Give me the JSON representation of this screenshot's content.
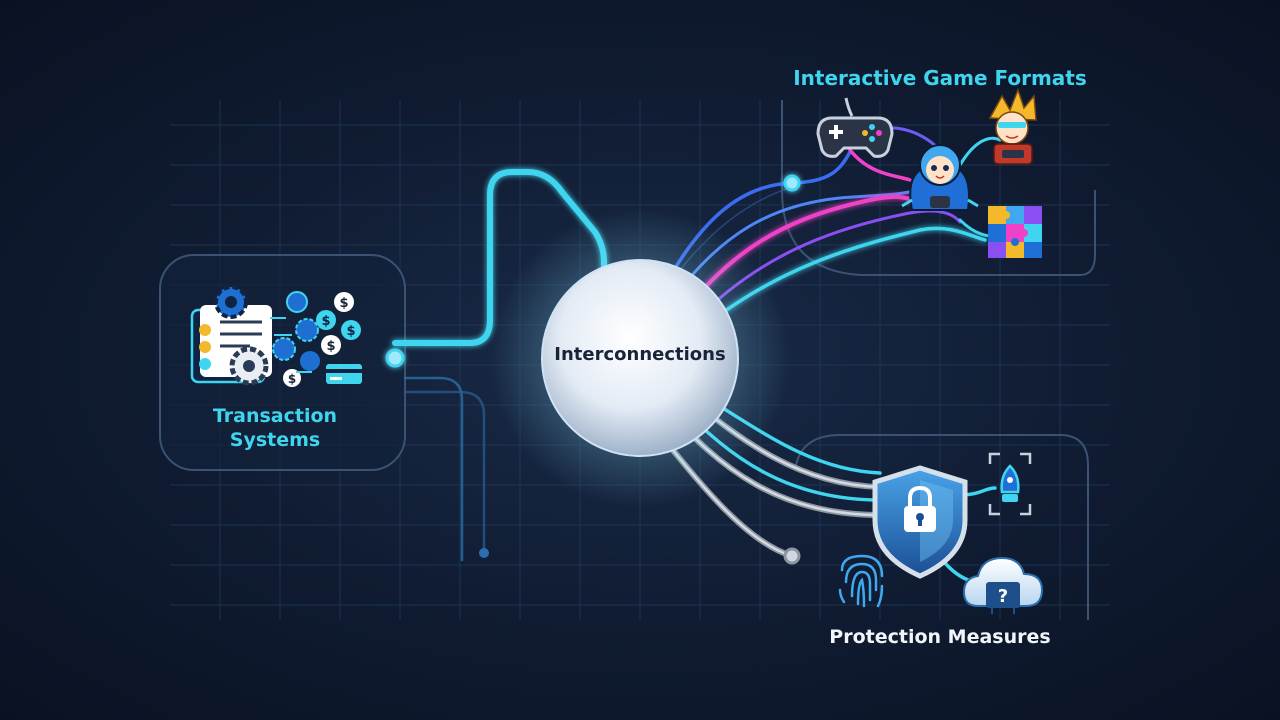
{
  "hub": {
    "label": "Interconnections"
  },
  "nodes": {
    "games": {
      "label": "Interactive Game Formats"
    },
    "transactions": {
      "label": "Transaction Systems"
    },
    "protection": {
      "label": "Protection Measures"
    }
  },
  "icons": {
    "games": [
      "gamepad-icon",
      "anime-character-icon",
      "knight-character-icon",
      "puzzle-icon"
    ],
    "transactions": [
      "document-gear-icon",
      "dollar-coin-icon",
      "credit-card-icon"
    ],
    "protection": [
      "shield-lock-icon",
      "fingerprint-icon",
      "rocket-frame-icon",
      "cloud-question-icon"
    ]
  },
  "colors": {
    "background": "#0f1b31",
    "grid": "#1f3a5a",
    "accent_cyan": "#3fd5ef",
    "line_blue": "#3b6cf0",
    "line_magenta": "#f042c8",
    "line_purple": "#8a4ff0",
    "line_gray": "#b9c2cc",
    "hub_fill": "#e8eef6",
    "coin_gold": "#f4b92b"
  }
}
